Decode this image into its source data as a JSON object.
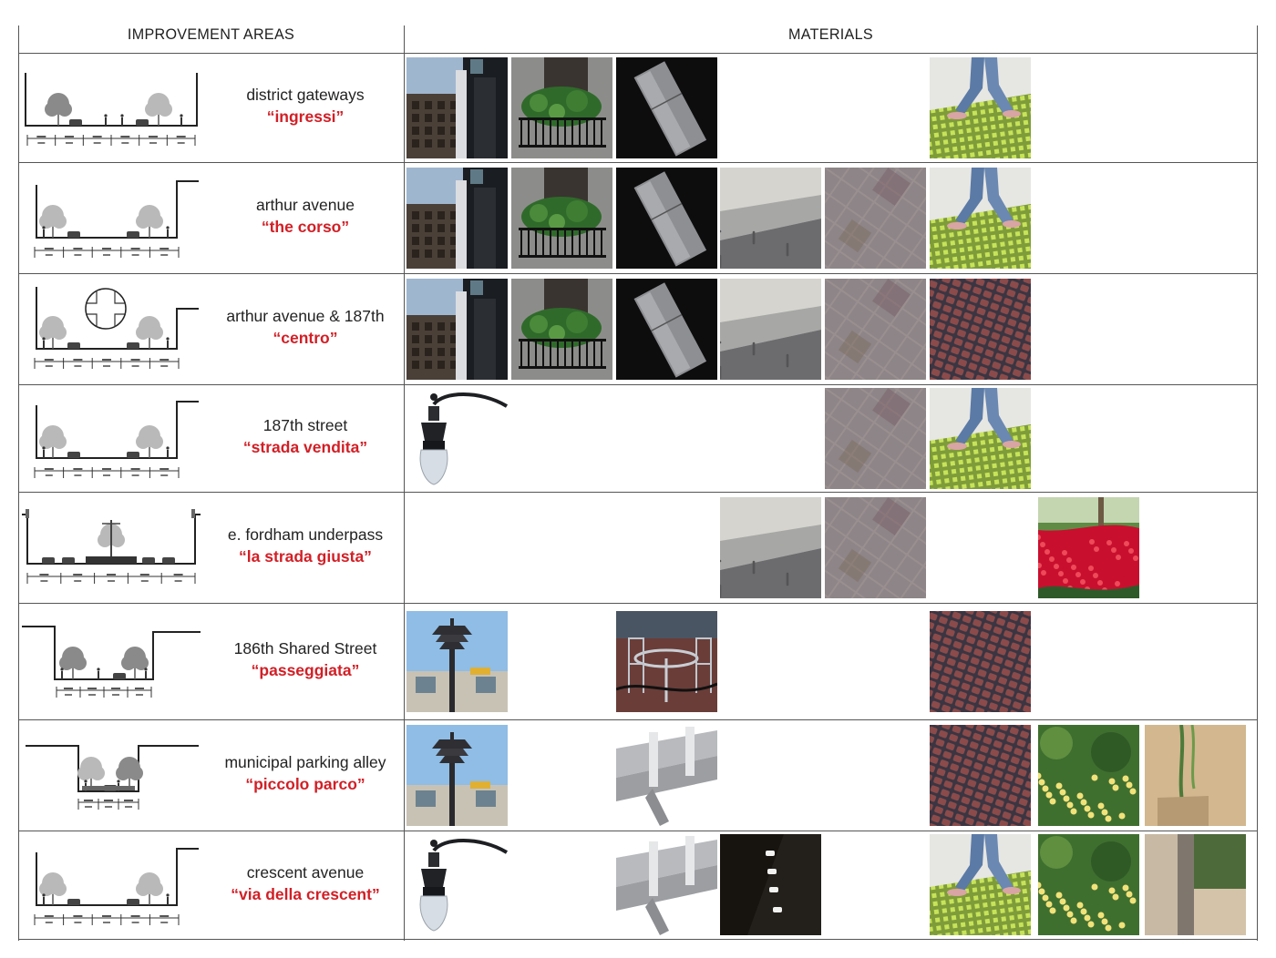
{
  "headers": {
    "improvement_areas": "IMPROVEMENT AREAS",
    "materials": "MATERIALS"
  },
  "rows": [
    {
      "name": "district gateways",
      "nickname": "“ingressi”",
      "materials": [
        "merchant-city-sign",
        "planter-fence",
        "light-bollard",
        "",
        "",
        "grass-paver-walker",
        ""
      ]
    },
    {
      "name": "arthur avenue",
      "nickname": "“the corso”",
      "materials": [
        "merchant-city-sign",
        "planter-fence",
        "light-bollard",
        "granite-curb",
        "pavers",
        "grass-paver-walker",
        ""
      ]
    },
    {
      "name": "arthur avenue & 187th",
      "nickname": "“centro”",
      "materials": [
        "merchant-city-sign",
        "planter-fence",
        "light-bollard",
        "granite-curb",
        "pavers",
        "cobblestone",
        ""
      ]
    },
    {
      "name": "187th street",
      "nickname": "“strada vendita”",
      "materials": [
        "street-lamp",
        "",
        "",
        "",
        "pavers",
        "grass-paver-walker",
        ""
      ]
    },
    {
      "name": "e. fordham underpass",
      "nickname": "“la strada giusta”",
      "materials": [
        "",
        "",
        "",
        "granite-curb",
        "pavers",
        "",
        "red-flowers"
      ]
    },
    {
      "name": "186th Shared Street",
      "nickname": "“passeggiata”",
      "materials": [
        "pagoda-lamp",
        "",
        "cafe-tables",
        "",
        "",
        "cobblestone",
        ""
      ]
    },
    {
      "name": "municipal parking alley",
      "nickname": "“piccolo parco”",
      "materials": [
        "pagoda-lamp",
        "",
        "metal-bench",
        "",
        "",
        "cobblestone",
        "yellow-flowers",
        "wall-planter"
      ]
    },
    {
      "name": "crescent avenue",
      "nickname": "“via della crescent”",
      "materials": [
        "street-lamp",
        "",
        "metal-bench",
        "ground-lights",
        "",
        "grass-paver-walker",
        "yellow-flowers",
        "curb-planter"
      ]
    }
  ]
}
